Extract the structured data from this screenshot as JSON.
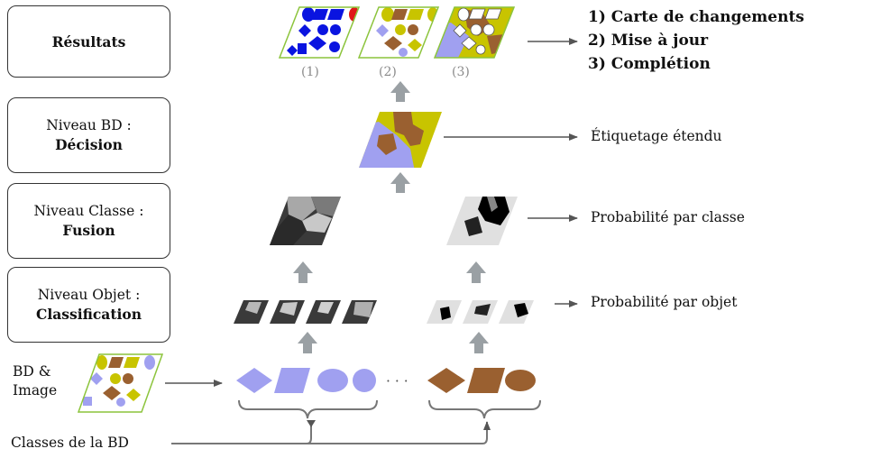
{
  "levels": {
    "results": {
      "label": "Résultats"
    },
    "bd": {
      "line1": "Niveau BD :",
      "line2": "Décision"
    },
    "class": {
      "line1": "Niveau Classe :",
      "line2": "Fusion"
    },
    "object": {
      "line1": "Niveau Objet :",
      "line2": "Classification"
    }
  },
  "outputs": {
    "results": [
      "1) Carte de changements",
      "2) Mise à jour",
      "3) Complétion"
    ],
    "bd": "Étiquetage étendu",
    "class": "Probabilité par classe",
    "object": "Probabilité par objet"
  },
  "result_numbers": [
    "(1)",
    "(2)",
    "(3)"
  ],
  "input": {
    "line1": "BD &",
    "line2": "Image"
  },
  "ellipsis": "· · ·",
  "db_classes": "Classes de la BD",
  "colors": {
    "lavender": "#a0a0f0",
    "brown": "#9a6030",
    "olive": "#c8c400",
    "blue": "#0a14e0",
    "red": "#e01818",
    "arrow_gray": "#9aa0a4",
    "map_border": "#8cc43c"
  }
}
